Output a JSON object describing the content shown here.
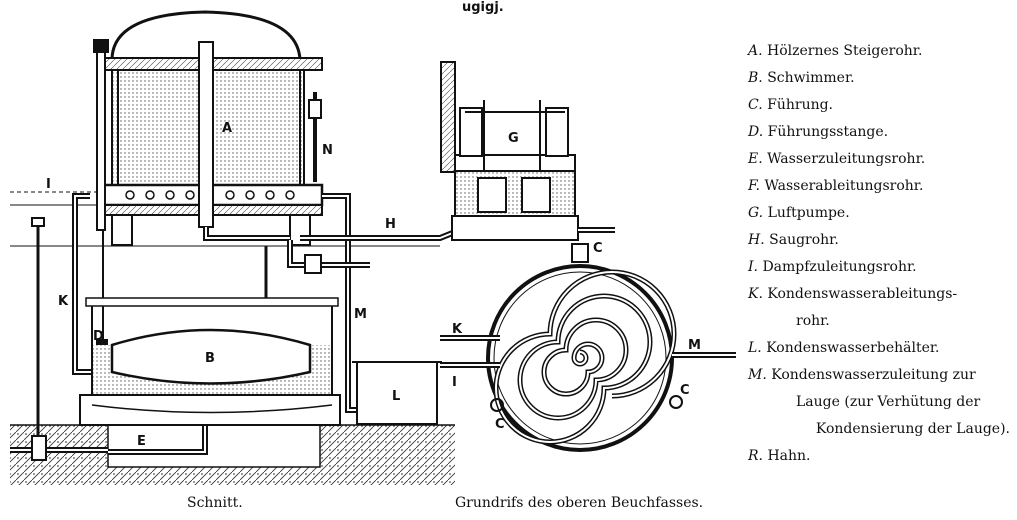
{
  "top_caption_fragment": "ugigj.",
  "captions": {
    "left": "Schnitt.",
    "right": "Grundrifs des oberen Beuchfasses."
  },
  "diagram_labels": {
    "A": "A",
    "B": "B",
    "D": "D",
    "E": "E",
    "G": "G",
    "H": "H",
    "I": "I",
    "K": "K",
    "L": "L",
    "M": "M",
    "N": "N",
    "plan_K": "K",
    "plan_I": "I",
    "plan_M": "M",
    "plan_C_top": "C",
    "plan_C_left": "C",
    "plan_C_right": "C"
  },
  "legend": [
    {
      "key": "A.",
      "text": "Hölzernes Steigerohr."
    },
    {
      "key": "B.",
      "text": "Schwimmer."
    },
    {
      "key": "C.",
      "text": "Führung."
    },
    {
      "key": "D.",
      "text": "Führungsstange."
    },
    {
      "key": "E.",
      "text": "Wasserzuleitungsrohr."
    },
    {
      "key": "F.",
      "text": "Wasserableitungsrohr."
    },
    {
      "key": "G.",
      "text": "Luftpumpe."
    },
    {
      "key": "H.",
      "text": "Saugrohr."
    },
    {
      "key": "I.",
      "text": "Dampfzuleitungsrohr."
    },
    {
      "key": "K.",
      "text": "Kondenswasserableitungs-",
      "cont": "rohr."
    },
    {
      "key": "L.",
      "text": "Kondenswasserbehälter."
    },
    {
      "key": "M.",
      "text": "Kondenswasserzuleitung zur",
      "cont": "Lauge (zur Verhütung der",
      "cont2": "Kondensierung der Lauge)."
    },
    {
      "key": "R.",
      "text": "Hahn."
    }
  ]
}
